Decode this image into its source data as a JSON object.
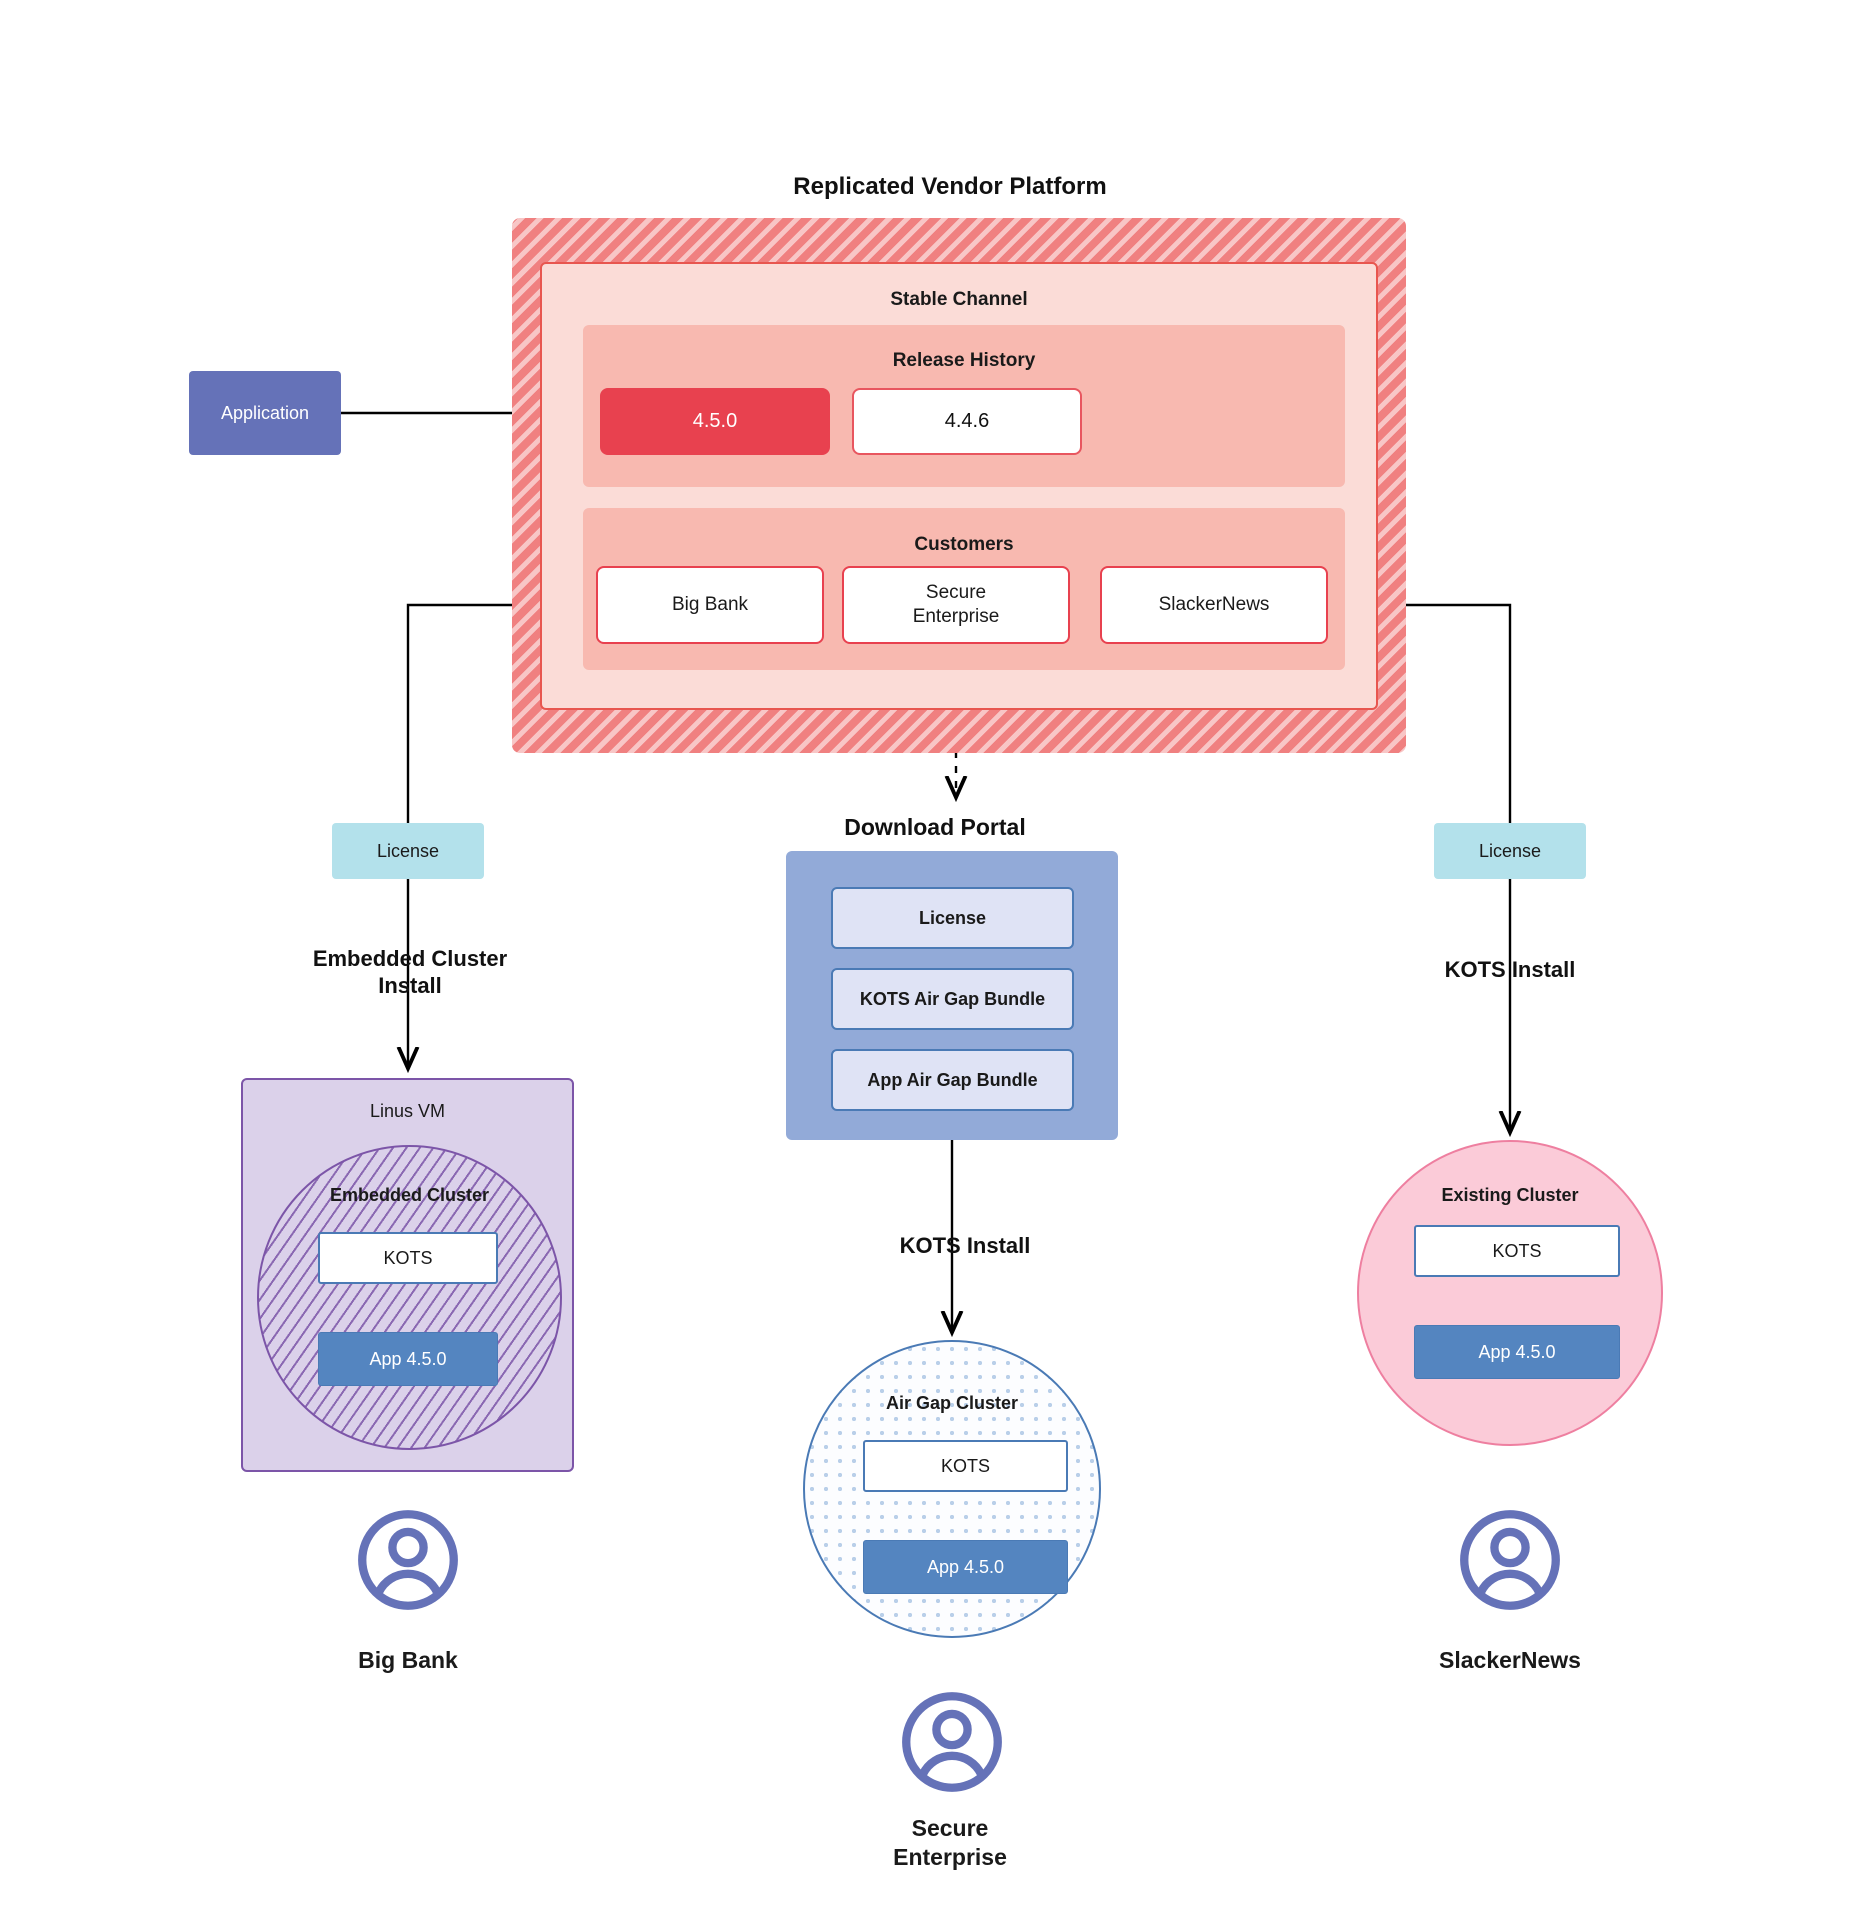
{
  "platform": {
    "title": "Replicated Vendor Platform",
    "channel_title": "Stable Channel",
    "release_history": {
      "title": "Release History",
      "releases": [
        {
          "version": "4.5.0",
          "state": "current"
        },
        {
          "version": "4.4.6",
          "state": "previous"
        }
      ]
    },
    "customers": {
      "title": "Customers",
      "items": [
        {
          "name": "Big Bank"
        },
        {
          "name": "Secure\nEnterprise"
        },
        {
          "name": "SlackerNews"
        }
      ]
    }
  },
  "application": {
    "label": "Application"
  },
  "licenses": {
    "left_label": "License",
    "right_label": "License"
  },
  "edges": {
    "embedded_install": "Embedded Cluster\nInstall",
    "kots_install_right": "KOTS Install",
    "kots_install_center": "KOTS Install"
  },
  "download_portal": {
    "title": "Download  Portal",
    "items": [
      {
        "label": "License"
      },
      {
        "label": "KOTS Air Gap Bundle"
      },
      {
        "label": "App Air Gap Bundle"
      }
    ]
  },
  "linux_vm": {
    "title": "Linus VM",
    "embedded_cluster": {
      "title": "Embedded Cluster",
      "kots": "KOTS",
      "app": "App 4.5.0"
    }
  },
  "air_gap_cluster": {
    "title": "Air Gap Cluster",
    "kots": "KOTS",
    "app": "App 4.5.0"
  },
  "existing_cluster": {
    "title": "Existing Cluster",
    "kots": "KOTS",
    "app": "App 4.5.0"
  },
  "personas": [
    {
      "name": "Big Bank"
    },
    {
      "name": "Secure\nEnterprise"
    },
    {
      "name": "SlackerNews"
    }
  ],
  "colors": {
    "platform_hatch": "#f08080",
    "channel_bg": "#fbdcd7",
    "channel_border": "#e8564f",
    "inner_panel": "#f8b9b0",
    "release_current": "#e8414f",
    "application": "#6572b8",
    "license": "#b3e1eb",
    "portal": "#92aad8",
    "portal_item": "#dfe3f5",
    "linux_vm": "#dbd1ea",
    "linux_vm_border": "#7c55a8",
    "existing_cluster": "#fbcbd8",
    "existing_cluster_border": "#ee7fa0",
    "app_chip": "#5485c0",
    "kots_border": "#4a7ab5",
    "persona": "#6572b8"
  }
}
